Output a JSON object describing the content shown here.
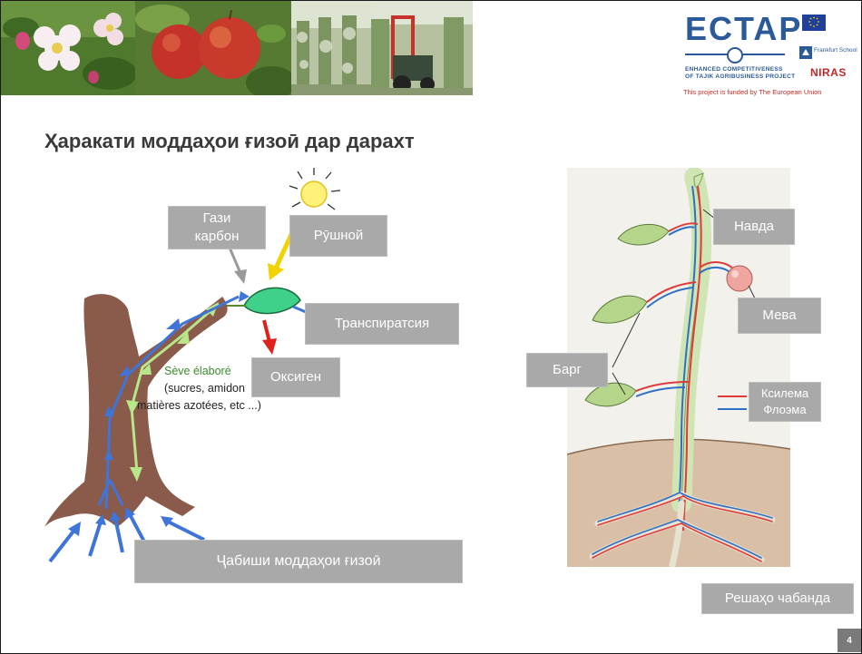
{
  "header": {
    "logo_text": "ECTAP",
    "tagline_1": "ENHANCED COMPETITIVENESS",
    "tagline_2": "OF TAJIK AGRIBUSINESS PROJECT",
    "funded_by": "This project is funded by The European Union",
    "partner_1": "Frankfurt School",
    "partner_2": "NIRAS"
  },
  "slide": {
    "title": "Ҳаракати моддаҳои ғизоӣ дар дарахт",
    "page_number": "4"
  },
  "left_diagram": {
    "label_carbon": "Гази\nкарбон",
    "label_light": "Рӯшной",
    "label_transpiration": "Транспиратсия",
    "label_oxygen": "Оксиген",
    "label_nutrient_uptake": "Ҷабиши моддаҳои ғизоӣ",
    "seve_line1": "Sève élaboré",
    "seve_line2": "(sucres, amidon",
    "seve_line3": "matières azotées, etc ...)"
  },
  "right_diagram": {
    "label_shoot": "Навда",
    "label_fruit": "Мева",
    "label_leaf": "Барг",
    "legend_xylem": "Ксилема",
    "legend_phloem": "Флоэма",
    "label_feeder_roots": "Решаҳо чабанда"
  },
  "colors": {
    "label_bg": "#a9a9a9",
    "xylem": "#e03a3a",
    "phloem": "#2f6fc4",
    "trunk": "#8a5a4a",
    "sap_arrow": "#b8e68a",
    "root_arrow": "#3f74d8"
  }
}
